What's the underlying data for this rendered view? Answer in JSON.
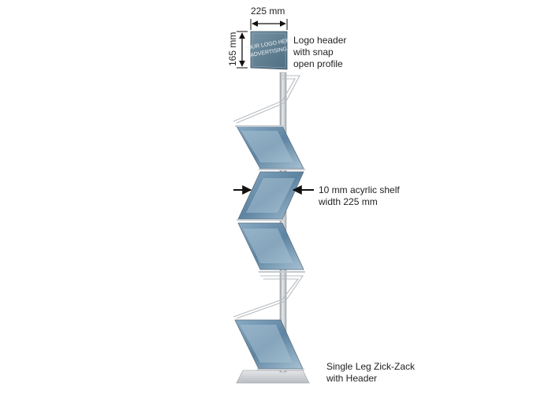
{
  "dimensions": {
    "header_width": "225 mm",
    "header_height": "165 mm"
  },
  "header_sign": {
    "line1": "YOUR LOGO HERE",
    "line2": "ADVERTISING"
  },
  "callouts": {
    "logo_header": [
      "Logo header",
      "with snap",
      "open profile"
    ],
    "acrylic_shelf": [
      "10 mm acyrlic shelf",
      "width 225 mm"
    ],
    "product": [
      "Single Leg Zick-Zack",
      "with Header"
    ]
  },
  "colors": {
    "pole": "#cfd2d6",
    "pole_shadow": "#9a9ea3",
    "header_panel": "#5f7f93",
    "brochure": "#6f93b0",
    "acrylic_edge": "#b8bfc6",
    "base": "#d6d9dc",
    "arrow": "#111111"
  }
}
